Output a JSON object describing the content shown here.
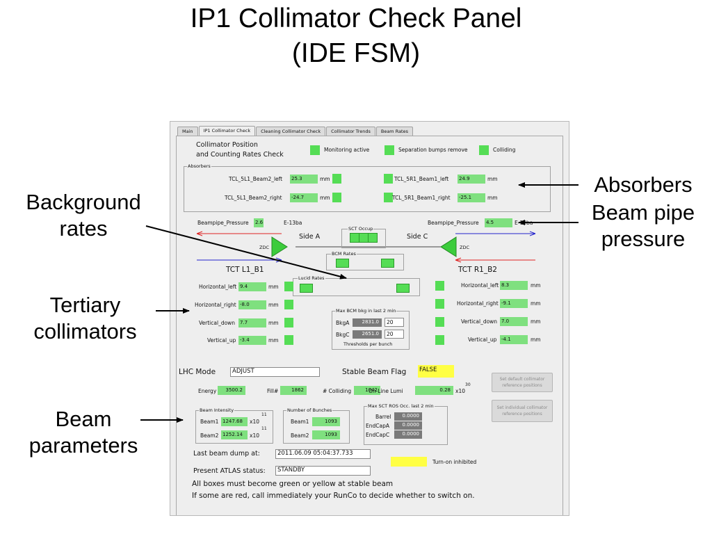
{
  "slide": {
    "title_line1": "IP1 Collimator Check Panel",
    "title_line2": "(IDE FSM)"
  },
  "callouts": {
    "background_rates_l1": "Background",
    "background_rates_l2": "rates",
    "absorbers": "Absorbers",
    "beam_pipe_l1": "Beam pipe",
    "beam_pipe_l2": "pressure",
    "tertiary_l1": "Tertiary",
    "tertiary_l2": "collimators",
    "beam_params_l1": "Beam",
    "beam_params_l2": "parameters"
  },
  "tabs": [
    "Main",
    "IP1 Collimator Check",
    "Cleaning Collimator Check",
    "Collimator Trends",
    "Beam Rates"
  ],
  "header": {
    "title_l1": "Collimator Position",
    "title_l2": "and Counting Rates Check",
    "monitoring": "Monitoring active",
    "separation": "Separation bumps remove",
    "colliding": "Colliding"
  },
  "absorbers": {
    "group_label": "Absorbers",
    "tcl_5l1_left_label": "TCL_5L1_Beam2_left",
    "tcl_5l1_left_value": "25.3",
    "tcl_5l1_right_label": "TCL_5L1_Beam2_right",
    "tcl_5l1_right_value": "-24.7",
    "tcl_5r1_left_label": "TCL_5R1_Beam1_left",
    "tcl_5r1_left_value": "24.9",
    "tcl_5r1_right_label": "TCL_5R1_Beam1_right",
    "tcl_5r1_right_value": "-25.1",
    "unit": "mm"
  },
  "beampipe": {
    "label": "Beampipe_Pressure",
    "left_value": "2.6",
    "right_value": "4.5",
    "unit": "E-13ba"
  },
  "diagram": {
    "side_a": "Side A",
    "side_c": "Side C",
    "zdc": "ZDC",
    "sct_occup": "SCT Occup",
    "bcm_rates": "BCM Rates",
    "lucid_rates": "Lucid Rates"
  },
  "tct_left": {
    "title": "TCT L1_B1",
    "rows": [
      {
        "label": "Horizontal_left",
        "value": "9.4"
      },
      {
        "label": "Horizontal_right",
        "value": "-8.0"
      },
      {
        "label": "Vertical_down",
        "value": "7.7"
      },
      {
        "label": "Vertical_up",
        "value": "-3.4"
      }
    ],
    "unit": "mm"
  },
  "tct_right": {
    "title": "TCT R1_B2",
    "rows": [
      {
        "label": "Horizontal_left",
        "value": "8.3"
      },
      {
        "label": "Horizontal_right",
        "value": "-9.1"
      },
      {
        "label": "Vertical_down",
        "value": "7.0"
      },
      {
        "label": "Vertical_up",
        "value": "-4.1"
      }
    ],
    "unit": "mm"
  },
  "bcm_bkg": {
    "group_label": "Max BCM bkg in last 2 min",
    "bkga_label": "BkgA",
    "bkga_value": "2831.0",
    "bkga_threshold": "20",
    "bkgc_label": "BkgC",
    "bkgc_value": "2651.0",
    "bkgc_threshold": "20",
    "footer": "Thresholds per bunch"
  },
  "lhc": {
    "mode_label": "LHC Mode",
    "mode_value": "ADJUST",
    "stable_label": "Stable Beam Flag",
    "stable_value": "FALSE",
    "energy_label": "Energy",
    "energy_value": "3500.2",
    "fill_label": "Fill#",
    "fill_value": "1862",
    "colliding_label": "# Colliding",
    "colliding_value": "1042",
    "lumi_label": "On-Line Lumi",
    "lumi_value": "0.28",
    "lumi_unit": "x10",
    "lumi_exp": "30"
  },
  "buttons": {
    "set_default": "Set default collimator reference positions",
    "set_individual": "Set individual collimator reference positions"
  },
  "intensity": {
    "group_label": "Beam Intensity",
    "beam1_label": "Beam1",
    "beam1_value": "1247.68",
    "beam2_label": "Beam2",
    "beam2_value": "1252.14",
    "unit": "x10",
    "exp": "11"
  },
  "bunches": {
    "group_label": "Number of Bunches",
    "beam1_label": "Beam1",
    "beam1_value": "1093",
    "beam2_label": "Beam2",
    "beam2_value": "1093"
  },
  "sct_ros": {
    "group_label": "Max SCT ROS Occ. last 2 min",
    "barrel_label": "Barrel",
    "barrel_value": "0.0000",
    "endcapa_label": "EndCapA",
    "endcapa_value": "0.0000",
    "endcapc_label": "EndCapC",
    "endcapc_value": "0.0000"
  },
  "footer": {
    "last_dump_label": "Last beam dump at:",
    "last_dump_value": "2011.06.09 05:04:37.733",
    "turn_on": "Turn-on inhibited",
    "atlas_label": "Present ATLAS status:",
    "atlas_value": "STANDBY",
    "note1": "All boxes must become green or yellow at stable beam",
    "note2": "If some are red, call immediately your RunCo to decide whether to switch on."
  },
  "colors": {
    "ok_green": "#55dd55",
    "value_green": "#7fe07f",
    "warn_yellow": "#ffff44",
    "beam1_line": "#2222cc",
    "beam2_line": "#dd2222"
  }
}
